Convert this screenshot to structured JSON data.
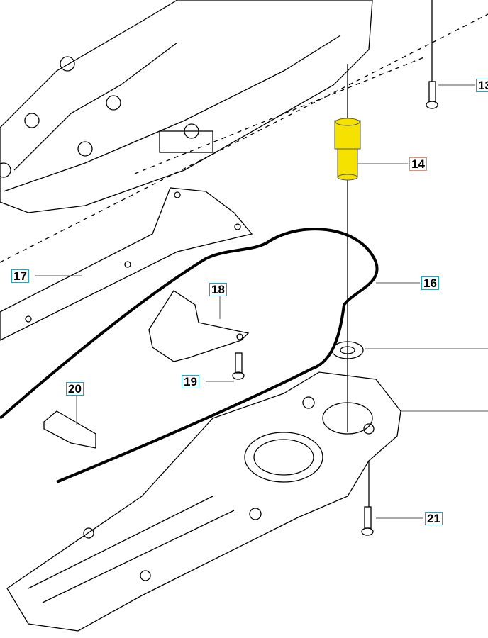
{
  "diagram": {
    "title": "Exploded parts diagram",
    "labels": [
      {
        "id": "13",
        "text": "13",
        "highlighted": false
      },
      {
        "id": "14",
        "text": "14",
        "highlighted": true
      },
      {
        "id": "16",
        "text": "16",
        "highlighted": false
      },
      {
        "id": "17",
        "text": "17",
        "highlighted": false
      },
      {
        "id": "18",
        "text": "18",
        "highlighted": false
      },
      {
        "id": "19",
        "text": "19",
        "highlighted": false
      },
      {
        "id": "20",
        "text": "20",
        "highlighted": false
      },
      {
        "id": "21",
        "text": "21",
        "highlighted": false
      }
    ],
    "colors": {
      "label_border": "#1aa7c9",
      "highlight_border": "#f08a6a",
      "highlight_part": "#f5e200"
    }
  }
}
